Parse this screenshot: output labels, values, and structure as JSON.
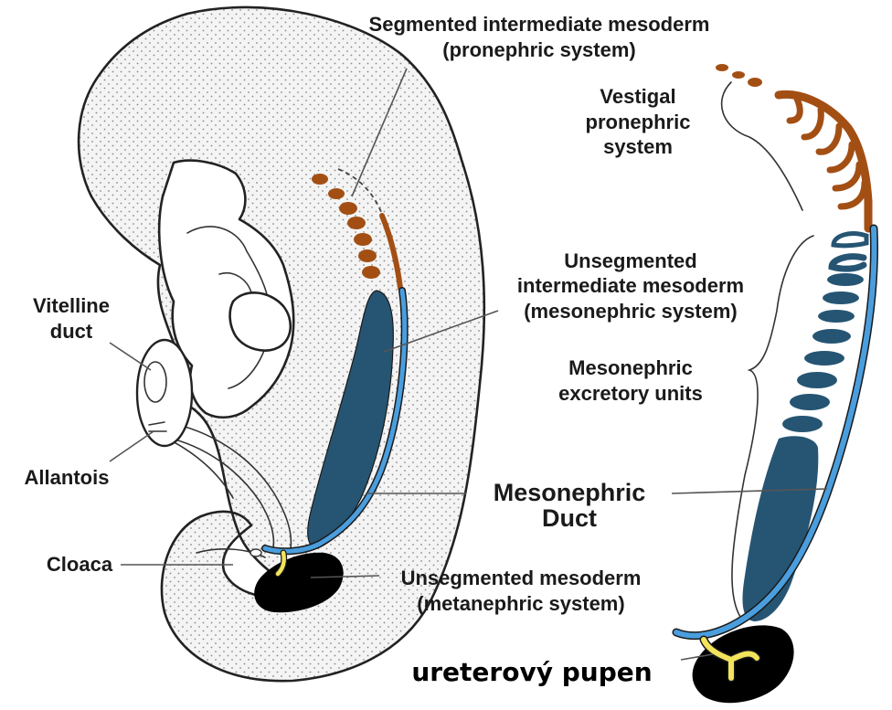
{
  "labels": {
    "segmented_intermediate": "Segmented intermediate mesoderm",
    "pronephric_system": "(pronephric system)",
    "vestigal_1": "Vestigal",
    "vestigal_2": "pronephric",
    "vestigal_3": "system",
    "unsegmented_1": "Unsegmented",
    "unsegmented_2": "intermediate mesoderm",
    "unsegmented_3": "(mesonephric system)",
    "vitelline_1": "Vitelline",
    "vitelline_2": "duct",
    "mesonephric_units_1": "Mesonephric",
    "mesonephric_units_2": "excretory units",
    "allantois": "Allantois",
    "mesonephric_duct_1": "Mesonephric",
    "mesonephric_duct_2": "Duct",
    "cloaca": "Cloaca",
    "unsegmented_meso_1": "Unsegmented mesoderm",
    "unsegmented_meso_2": "(metanephric system)",
    "ureteric_bud": "ureterový pupen"
  },
  "colors": {
    "pronephric": "#a34f14",
    "mesonephric": "#265573",
    "duct": "#4a9ede",
    "ureteric_bud": "#f2e35c",
    "metanephric": "#000000",
    "stipple": "#9a9a9a"
  }
}
